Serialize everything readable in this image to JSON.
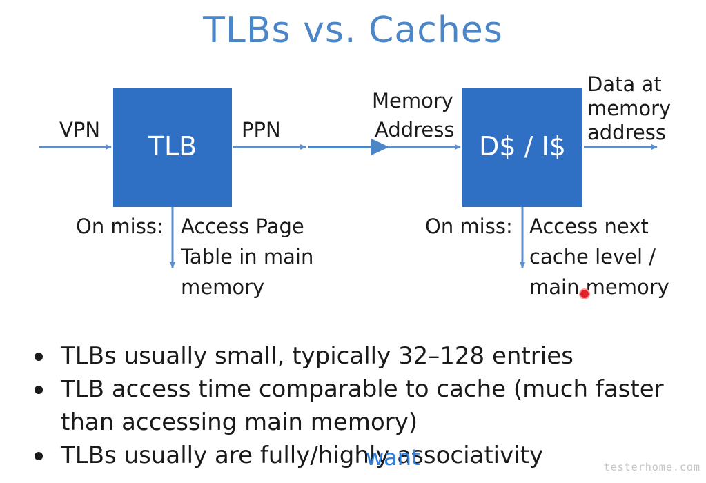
{
  "title": "TLBs vs. Caches",
  "colors": {
    "box": "#2f6fc4",
    "title": "#4a86c8",
    "arrow": "#5b8fd1",
    "subtitle": "#2f7fe0"
  },
  "diagram": {
    "vpn": "VPN",
    "tlb": "TLB",
    "ppn": "PPN",
    "memory_address": [
      "Memory",
      "Address"
    ],
    "cache": "D$ / I$",
    "data_out": [
      "Data at",
      "memory",
      "address"
    ],
    "tlb_miss": {
      "label": "On miss:",
      "lines": [
        "Access Page",
        "Table in main",
        "memory"
      ]
    },
    "cache_miss": {
      "label": "On miss:",
      "lines": [
        "Access next",
        "cache level /",
        "main memory"
      ]
    }
  },
  "bullets": [
    "TLBs usually small, typically 32–128 entries",
    "TLB access time comparable to cache (much faster than accessing main memory)",
    "TLBs usually are fully/highly associativity"
  ],
  "subtitle": "want",
  "watermark": "testerhome.com"
}
